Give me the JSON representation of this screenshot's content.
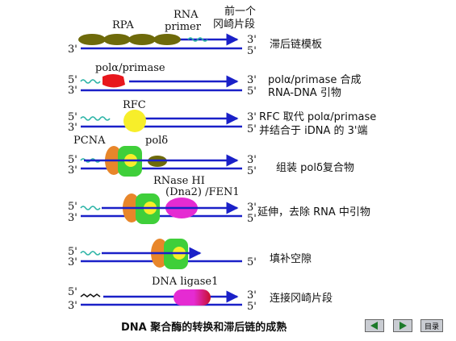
{
  "step1": {
    "end_3": "3'",
    "end_5": "5'",
    "end_3b": "3'",
    "label_rpa": "RPA",
    "label_rna": "RNA",
    "label_primer": "primer",
    "label_fragment_l1": "前一个",
    "label_fragment_l2": "冈崎片段",
    "desc": "滞后链模板"
  },
  "step2": {
    "end_5": "5'",
    "end_3": "3'",
    "end_3r": "3'",
    "end_5r": "5'",
    "label_pol": "polα/primase",
    "desc_l1": "polα/primase 合成",
    "desc_l2": "RNA-DNA 引物"
  },
  "step3": {
    "end_5": "5'",
    "end_3": "3'",
    "end_3r": "3'",
    "end_5r": "5'",
    "label_rfc": "RFC",
    "desc_l1": "RFC 取代 polα/primase",
    "desc_l2": "并结合于 iDNA 的 3'端"
  },
  "step4": {
    "end_5": "5'",
    "end_3": "3'",
    "end_3r": "3'",
    "end_5r": "5'",
    "label_pcna": "PCNA",
    "label_pold": "polδ",
    "desc": "组装 polδ复合物"
  },
  "step5": {
    "end_5": "5'",
    "end_3": "3'",
    "end_3r": "3'",
    "end_5r": "5'",
    "label_rnase_l1": "RNase HI",
    "label_rnase_l2": "(Dna2) /FEN1",
    "desc": "延伸，去除 RNA 中引物"
  },
  "step6": {
    "end_5": "5'",
    "end_3": "3'",
    "end_5r": "5'",
    "desc": "填补空隙"
  },
  "step7": {
    "end_5": "5'",
    "end_3": "3'",
    "end_3r": "3'",
    "end_5r": "5'",
    "label_ligase": "DNA ligase1",
    "desc": "连接冈崎片段"
  },
  "caption": "DNA 聚合酶的转换和滞后链的成熟",
  "nav": {
    "prev_icon": "left-arrow-icon",
    "next_icon": "right-arrow-icon",
    "contents": "目录"
  },
  "colors": {
    "strand": "#1a20c8",
    "rna": "#2bb3a6",
    "olive": "#6e6a0a",
    "red": "#e8161c",
    "yellow": "#f7ee2a",
    "orange": "#e8862a",
    "green": "#3fcf3a",
    "magenta": "#e52bd2"
  }
}
